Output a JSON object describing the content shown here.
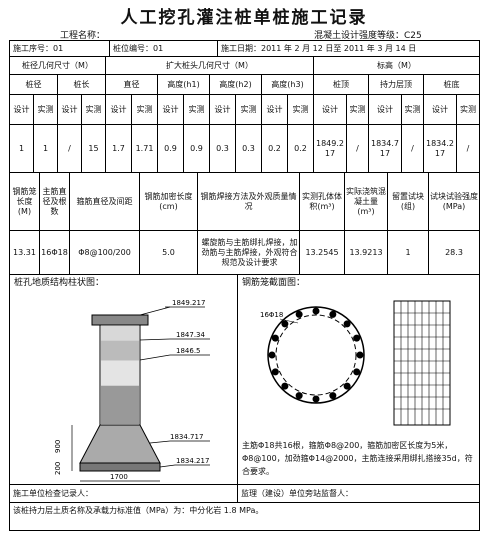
{
  "title": "人工挖孔灌注桩单桩施工记录",
  "header": {
    "project_label": "工程名称：",
    "concrete_grade": "混凝土设计强度等级：C25"
  },
  "row1": {
    "seq": "施工序号：01",
    "pile_no": "桩位编号：01",
    "date": "施工日期：2011 年 2 月 12 日至 2011 年 3 月 14 日"
  },
  "row2": {
    "body_dim": "桩径几何尺寸（M）",
    "head_dim": "扩大桩头几何尺寸（M）",
    "elevation": "标高（M）"
  },
  "row3": [
    "桩径",
    "桩长",
    "直径",
    "高度(h1)",
    "高度(h2)",
    "高度(h3)",
    "桩顶",
    "持力层顶",
    "桩底"
  ],
  "row4": [
    "设计",
    "实测",
    "设计",
    "实测",
    "设计",
    "实测",
    "设计",
    "实测",
    "设计",
    "实测",
    "设计",
    "实测",
    "设计",
    "实测",
    "设计",
    "实测",
    "设计",
    "实测"
  ],
  "row5": [
    "1",
    "1",
    "/",
    "15",
    "1.7",
    "1.71",
    "0.9",
    "0.9",
    "0.3",
    "0.3",
    "0.2",
    "0.2",
    "1849.217",
    "/",
    "1834.717",
    "/",
    "1834.217",
    "/"
  ],
  "row6_headers": [
    "钢筋笼长度(M)",
    "主筋直径及根数",
    "箍筋直径及间距",
    "钢筋加密长度(cm)",
    "钢筋焊接方法及外观质量情况",
    "实测孔体体积(m³)",
    "实际浇筑混凝土量(m³)",
    "留置试块(组)",
    "试块试验强度(MPa)"
  ],
  "row7_values": [
    "13.31",
    "16Φ18",
    "Φ8@100/200",
    "5.0",
    "螺旋筋与主筋绑扎焊接，加劲筋与主筋焊接，外观符合规范及设计要求",
    "13.2545",
    "13.9213",
    "1",
    "28.3"
  ],
  "left_panel": {
    "title": "桩孔地质结构柱状图：",
    "labels": {
      "top_elev": "1849.217",
      "mid_elev": "1847.34",
      "low_elev": "1846.5",
      "bear_elev": "1834.717",
      "base_elev": "1834.217",
      "dim_900": "900",
      "dim_200": "200",
      "dim_1700": "1700"
    }
  },
  "right_panel": {
    "title": "钢筋笼截面图：",
    "bar_spec": "16Φ18",
    "note": "主筋Φ18共16根，箍筋Φ8@200，箍筋加密区长度为5米，Φ8@100，加劲箍Φ14@2000，主筋连接采用绑扎搭接35d，符合要求。"
  },
  "footer": {
    "recorder": "施工单位检查记录人：",
    "supervisor": "监理（建设）单位旁站监督人：",
    "bearing": "该桩持力层土质名称及承载力标准值（MPa）为：中分化岩 1.8 MPa。"
  }
}
